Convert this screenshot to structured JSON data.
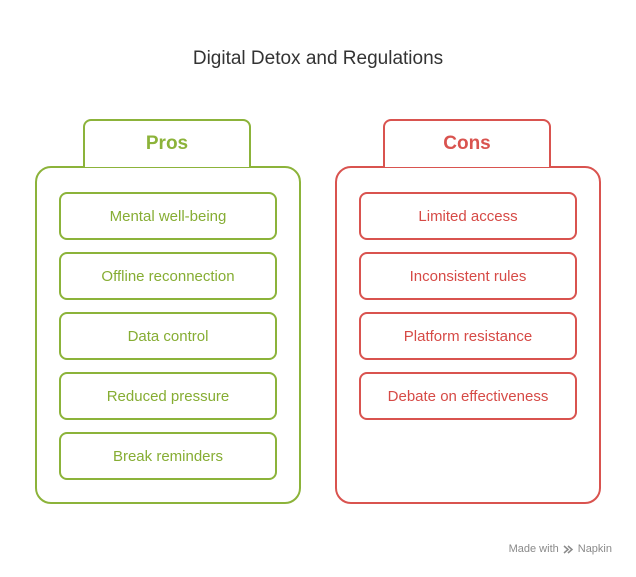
{
  "title": "Digital Detox and Regulations",
  "pros": {
    "heading": "Pros",
    "items": [
      "Mental well-being",
      "Offline reconnection",
      "Data control",
      "Reduced pressure",
      "Break reminders"
    ]
  },
  "cons": {
    "heading": "Cons",
    "items": [
      "Limited access",
      "Inconsistent rules",
      "Platform resistance",
      "Debate on effectiveness"
    ]
  },
  "footer": {
    "made_with": "Made with",
    "brand": "Napkin"
  },
  "colors": {
    "pros": "#8cb33a",
    "cons": "#d9534f",
    "title": "#333333"
  }
}
